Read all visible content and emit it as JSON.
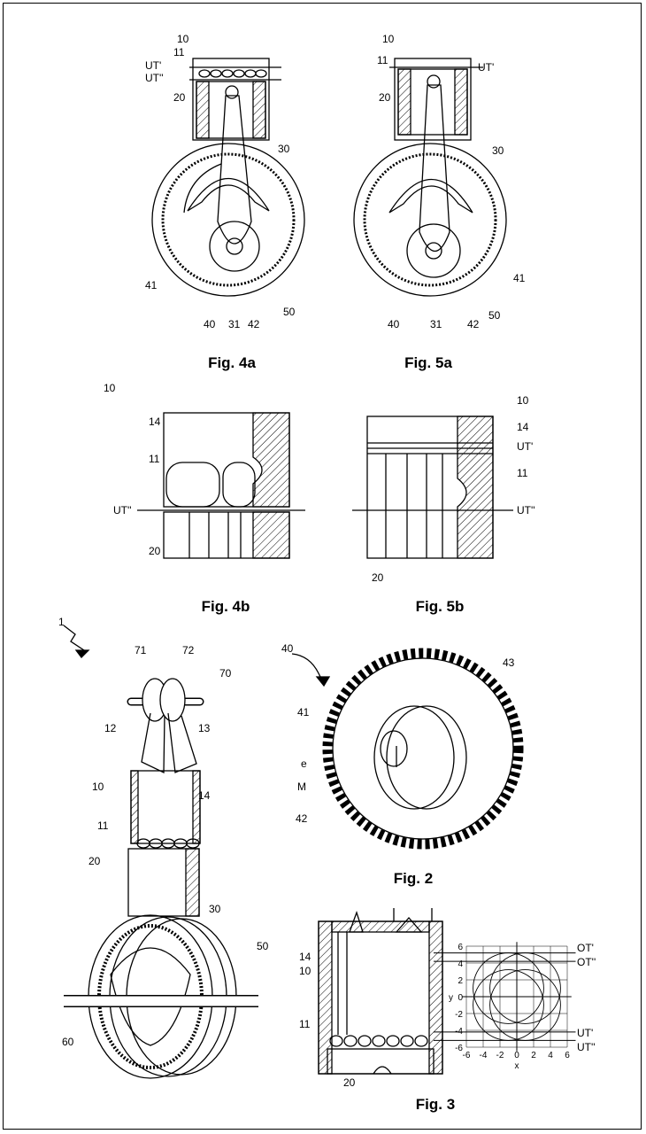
{
  "captions": {
    "fig4a": "Fig. 4a",
    "fig5a": "Fig. 5a",
    "fig4b": "Fig. 4b",
    "fig5b": "Fig. 5b",
    "fig2": "Fig. 2",
    "fig3": "Fig. 3"
  },
  "fig4a": {
    "r10": "10",
    "r11": "11",
    "ut1": "UT'",
    "ut2": "UT''",
    "r20": "20",
    "r30": "30",
    "r41": "41",
    "r40": "40",
    "r31": "31",
    "r42": "42",
    "r50": "50"
  },
  "fig5a": {
    "r10": "10",
    "r11": "11",
    "ut1": "UT'",
    "r20": "20",
    "r30": "30",
    "r41": "41",
    "r40": "40",
    "r31": "31",
    "r42": "42",
    "r50": "50"
  },
  "fig4b": {
    "r10": "10",
    "r14": "14",
    "r11": "11",
    "ut2": "UT''",
    "r20": "20"
  },
  "fig5b": {
    "r10": "10",
    "r14": "14",
    "ut1": "UT'",
    "r11": "11",
    "ut2": "UT''",
    "r20": "20"
  },
  "fig1": {
    "r1": "1",
    "r71": "71",
    "r72": "72",
    "r70": "70",
    "r12": "12",
    "r13": "13",
    "r10": "10",
    "r14": "14",
    "r11": "11",
    "r20": "20",
    "r30": "30",
    "r50": "50",
    "r60": "60"
  },
  "fig2": {
    "r40": "40",
    "r43": "43",
    "r41": "41",
    "e": "e",
    "m": "M",
    "r42": "42"
  },
  "fig3": {
    "r14": "14",
    "r10": "10",
    "r11": "11",
    "r20": "20",
    "ot1": "OT'",
    "ot2": "OT''",
    "ut1": "UT'",
    "ut2": "UT''",
    "ylabel": "y",
    "xlabel": "x",
    "yticks": [
      "6",
      "4",
      "2",
      "0",
      "-2",
      "-4",
      "-6"
    ],
    "xticks": [
      "-6",
      "-4",
      "-2",
      "0",
      "2",
      "4",
      "6"
    ]
  }
}
